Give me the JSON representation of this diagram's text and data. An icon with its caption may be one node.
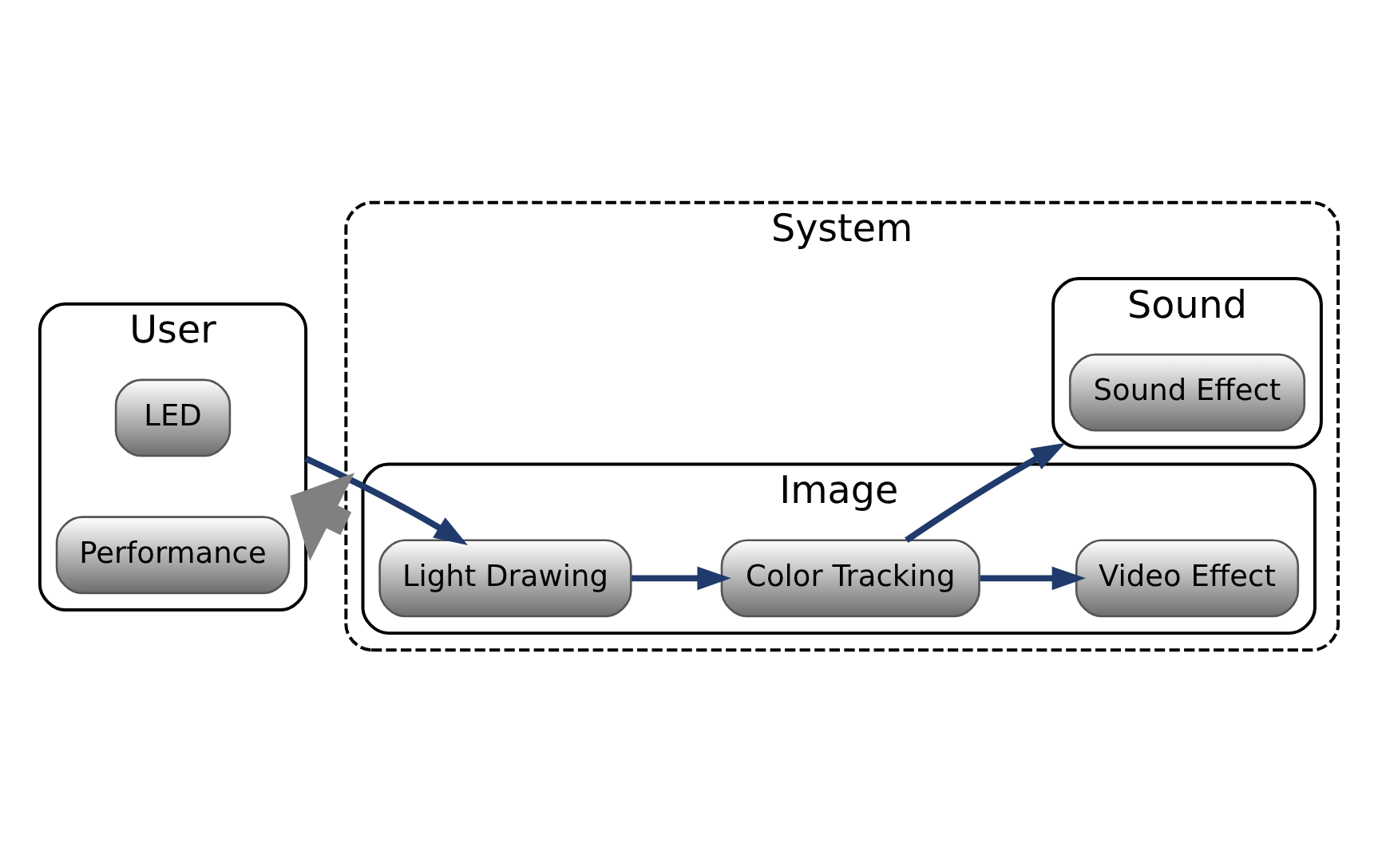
{
  "diagram": {
    "nodes": [
      {
        "text": [
          "User"
        ]
      },
      {
        "text": [
          "LED"
        ],
        "in": 0
      },
      {
        "text": [
          "Performance"
        ],
        "in": 0
      },
      {
        "text": [
          "System"
        ]
      },
      {
        "text": [
          "Image"
        ],
        "in": 3
      },
      {
        "text": [
          "Light Drawing"
        ],
        "in": 4
      },
      {
        "text": [
          "Color Tracking"
        ],
        "in": 4
      },
      {
        "text": [
          "Video Effect"
        ],
        "in": 4
      },
      {
        "text": [
          "Sound"
        ],
        "in": 3
      },
      {
        "text": [
          "Sound Effect"
        ],
        "in": 8
      }
    ],
    "edges": [
      {
        "from": 0,
        "to": 5,
        "arrow": "to"
      },
      {
        "from": 5,
        "to": 6,
        "arrow": "to"
      },
      {
        "from": 6,
        "to": 7,
        "arrow": "to"
      },
      {
        "from": 6,
        "to": 8,
        "arrow": "to"
      },
      {
        "from": 3,
        "to": 0,
        "arrow": "to",
        "style": "thick",
        "color": "#808080"
      }
    ]
  }
}
